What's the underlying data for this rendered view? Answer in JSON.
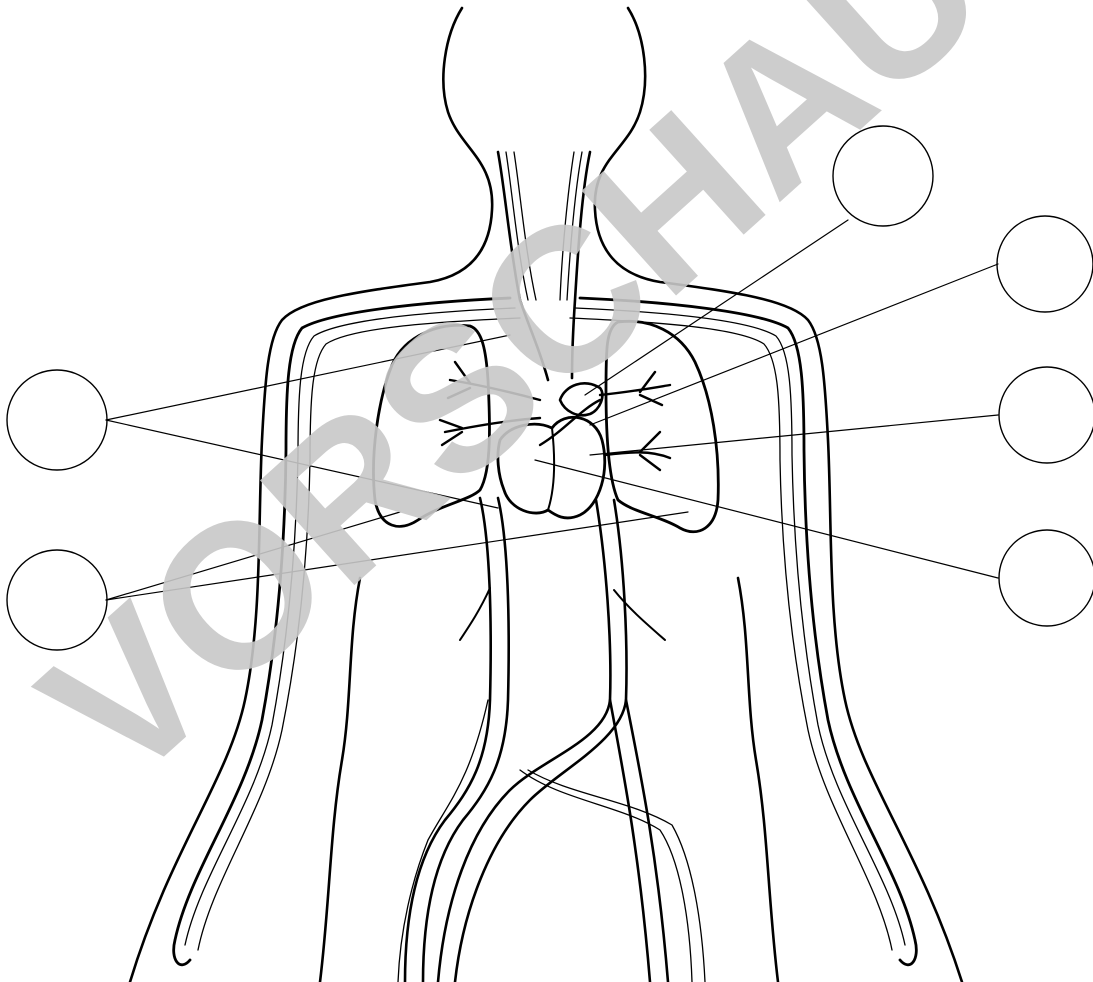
{
  "watermark": {
    "text": "VORSCHAU",
    "color": "#c8c8c8"
  },
  "colors": {
    "line": "#000000",
    "background": "#ffffff"
  },
  "answer_circles": [
    {
      "id": "left-1",
      "value": ""
    },
    {
      "id": "left-2",
      "value": ""
    },
    {
      "id": "right-1",
      "value": ""
    },
    {
      "id": "right-2",
      "value": ""
    },
    {
      "id": "right-3",
      "value": ""
    },
    {
      "id": "right-4",
      "value": ""
    }
  ]
}
